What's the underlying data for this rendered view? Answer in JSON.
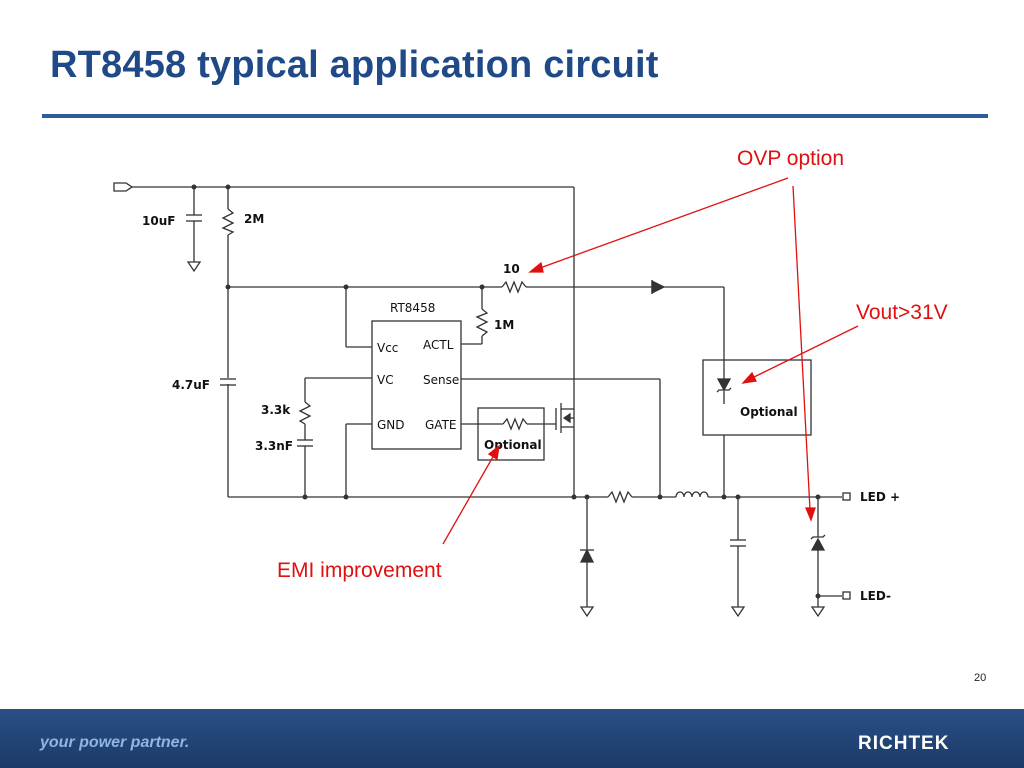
{
  "slide": {
    "title": "RT8458 typical application circuit",
    "page_number": "20"
  },
  "footer": {
    "tagline": "your power partner.",
    "logo_text": "RICHTEK"
  },
  "annotations": {
    "ovp": "OVP option",
    "vout": "Vout>31V",
    "emi": "EMI improvement"
  },
  "circuit": {
    "ic_name": "RT8458",
    "pins": {
      "vcc": "Vcc",
      "vc": "VC",
      "gnd": "GND",
      "actl": "ACTL",
      "sense": "Sense",
      "gate": "GATE"
    },
    "components": {
      "c_in": "10uF",
      "r_top": "2M",
      "c_vcc": "4.7uF",
      "r_comp": "3.3k",
      "c_comp": "3.3nF",
      "r_actl": "10",
      "r_actl_bot": "1M"
    },
    "optional_gate": "Optional",
    "optional_zener": "Optional",
    "led_plus": "LED +",
    "led_minus": "LED-"
  },
  "colors": {
    "title": "#1f4a87",
    "annotation": "#e01010",
    "footer": "#1b3a68"
  }
}
